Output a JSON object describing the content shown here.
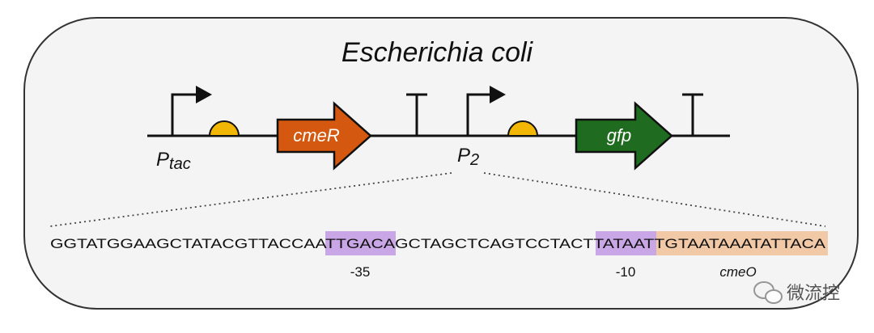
{
  "title": "Escherichia coli",
  "promoters": [
    {
      "symbol": "P",
      "subscript": "tac"
    },
    {
      "symbol": "P",
      "subscript": "2"
    }
  ],
  "genes": [
    {
      "name": "cmeR",
      "color": "#d4580f"
    },
    {
      "name": "gfp",
      "color": "#1f6b1f"
    }
  ],
  "rbs_color": "#f2b705",
  "sequence": {
    "part1": "GGTATGGAAGCTATACGTTACCAA",
    "box35": "TTGACA",
    "part2": "GCTAGCTCAGTCCTACT",
    "box10": "TATAAT",
    "operator": "TGTAATAAATATTACA",
    "label_35": "-35",
    "label_10": "-10",
    "label_operator": "cmeO",
    "box_color": "#c9a6e6",
    "operator_color": "#f2c9a6"
  },
  "watermark": {
    "text": "微流控",
    "icon": "wechat-icon"
  }
}
